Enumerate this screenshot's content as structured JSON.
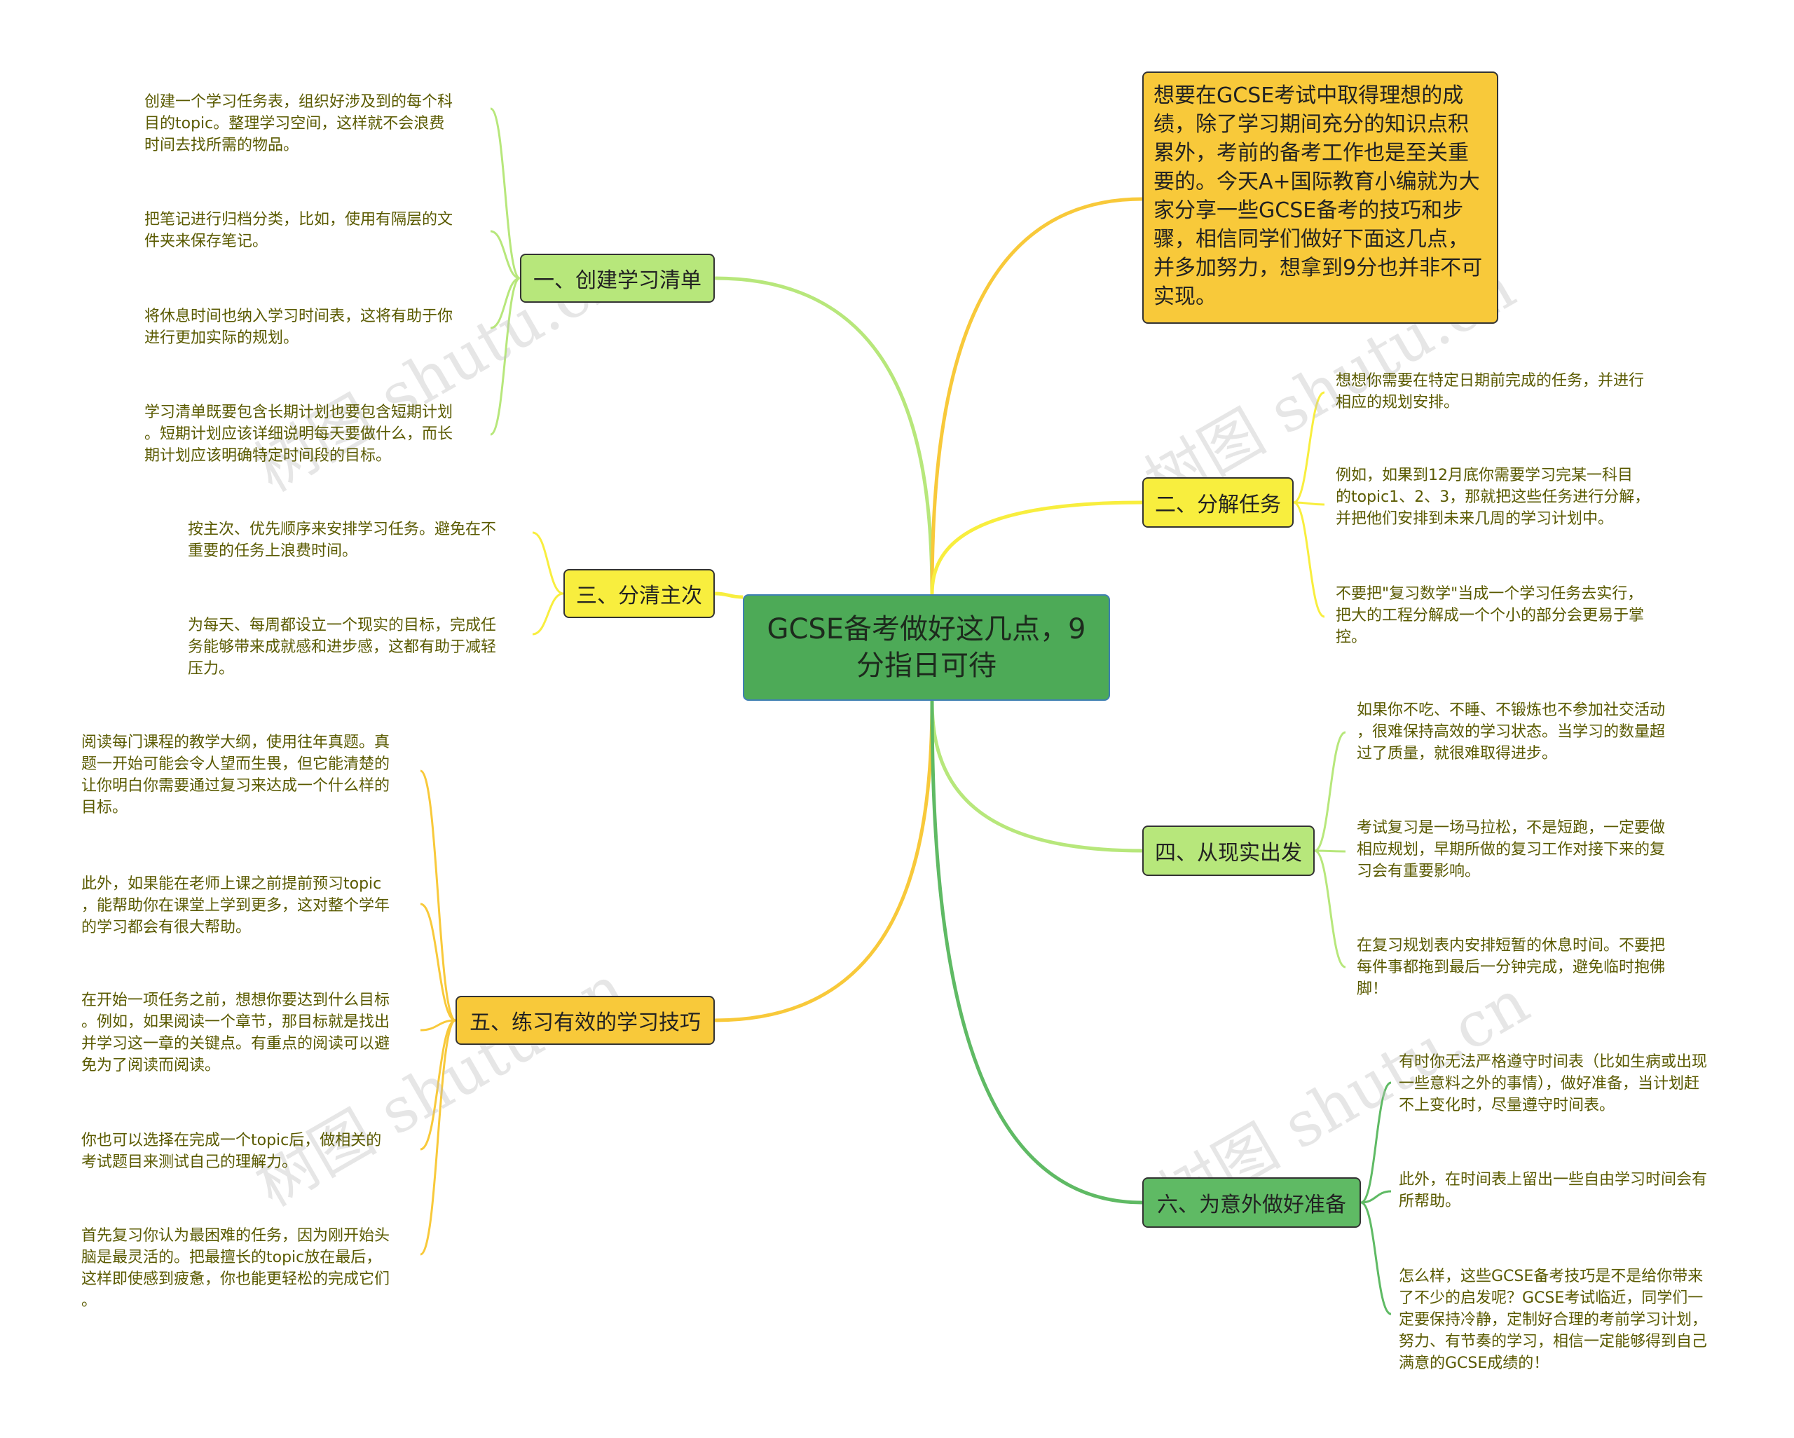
{
  "diagram": {
    "center": "GCSE备考做好这几点，9分指日可待",
    "intro": "想要在GCSE考试中取得理想的成绩，除了学习期间充分的知识点积累外，考前的备考工作也是至关重要的。今天A+国际教育小编就为大家分享一些GCSE备考的技巧和步骤，相信同学们做好下面这几点，并多加努力，想拿到9分也并非不可实现。",
    "branches": [
      {
        "label": "一、创建学习清单",
        "color": "#b7e77b",
        "leaves": [
          [
            "创建一个学习任务表，组织好涉及到的每个科",
            "目的topic。整理学习空间，这样就不会浪费",
            "时间去找所需的物品。"
          ],
          [
            "把笔记进行归档分类，比如，使用有隔层的文",
            "件夹来保存笔记。"
          ],
          [
            "将休息时间也纳入学习时间表，这将有助于你",
            "进行更加实际的规划。"
          ],
          [
            "学习清单既要包含长期计划也要包含短期计划",
            "。短期计划应该详细说明每天要做什么，而长",
            "期计划应该明确特定时间段的目标。"
          ]
        ]
      },
      {
        "label": "三、分清主次",
        "color": "#f8ee3e",
        "leaves": [
          [
            "按主次、优先顺序来安排学习任务。避免在不",
            "重要的任务上浪费时间。"
          ],
          [
            "为每天、每周都设立一个现实的目标，完成任",
            "务能够带来成就感和进步感，这都有助于减轻",
            "压力。"
          ]
        ]
      },
      {
        "label": "五、练习有效的学习技巧",
        "color": "#f8c93a",
        "leaves": [
          [
            "阅读每门课程的教学大纲，使用往年真题。真",
            "题一开始可能会令人望而生畏，但它能清楚的",
            "让你明白你需要通过复习来达成一个什么样的",
            "目标。"
          ],
          [
            "此外，如果能在老师上课之前提前预习topic",
            "，能帮助你在课堂上学到更多，这对整个学年",
            "的学习都会有很大帮助。"
          ],
          [
            "在开始一项任务之前，想想你要达到什么目标",
            "。例如，如果阅读一个章节，那目标就是找出",
            "并学习这一章的关键点。有重点的阅读可以避",
            "免为了阅读而阅读。"
          ],
          [
            "你也可以选择在完成一个topic后，做相关的",
            "考试题目来测试自己的理解力。"
          ],
          [
            "首先复习你认为最困难的任务，因为刚开始头",
            "脑是最灵活的。把最擅长的topic放在最后，",
            "这样即使感到疲惫，你也能更轻松的完成它们",
            "。"
          ]
        ]
      },
      {
        "label": "二、分解任务",
        "color": "#f8ee3e",
        "leaves": [
          [
            "想想你需要在特定日期前完成的任务，并进行",
            "相应的规划安排。"
          ],
          [
            "例如，如果到12月底你需要学习完某一科目",
            "的topic1、2、3，那就把这些任务进行分解，",
            "并把他们安排到未来几周的学习计划中。"
          ],
          [
            "不要把\"复习数学\"当成一个学习任务去实行，",
            "把大的工程分解成一个个小的部分会更易于掌",
            "控。"
          ]
        ]
      },
      {
        "label": "四、从现实出发",
        "color": "#b7e77b",
        "leaves": [
          [
            "如果你不吃、不睡、不锻炼也不参加社交活动",
            "，很难保持高效的学习状态。当学习的数量超",
            "过了质量，就很难取得进步。"
          ],
          [
            "考试复习是一场马拉松，不是短跑，一定要做",
            "相应规划，早期所做的复习工作对接下来的复",
            "习会有重要影响。"
          ],
          [
            "在复习规划表内安排短暂的休息时间。不要把",
            "每件事都拖到最后一分钟完成，避免临时抱佛",
            "脚！"
          ]
        ]
      },
      {
        "label": "六、为意外做好准备",
        "color": "#5fba64",
        "leaves": [
          [
            "有时你无法严格遵守时间表（比如生病或出现",
            "一些意料之外的事情），做好准备，当计划赶",
            "不上变化时，尽量遵守时间表。"
          ],
          [
            "此外，在时间表上留出一些自由学习时间会有",
            "所帮助。"
          ],
          [
            "怎么样，这些GCSE备考技巧是不是给你带来",
            "了不少的启发呢？GCSE考试临近，同学们一",
            "定要保持冷静，定制好合理的考前学习计划，",
            "努力、有节奏的学习，相信一定能够得到自己",
            "满意的GCSE成绩的！"
          ]
        ]
      }
    ],
    "watermark": "树图 shutu.cn"
  }
}
